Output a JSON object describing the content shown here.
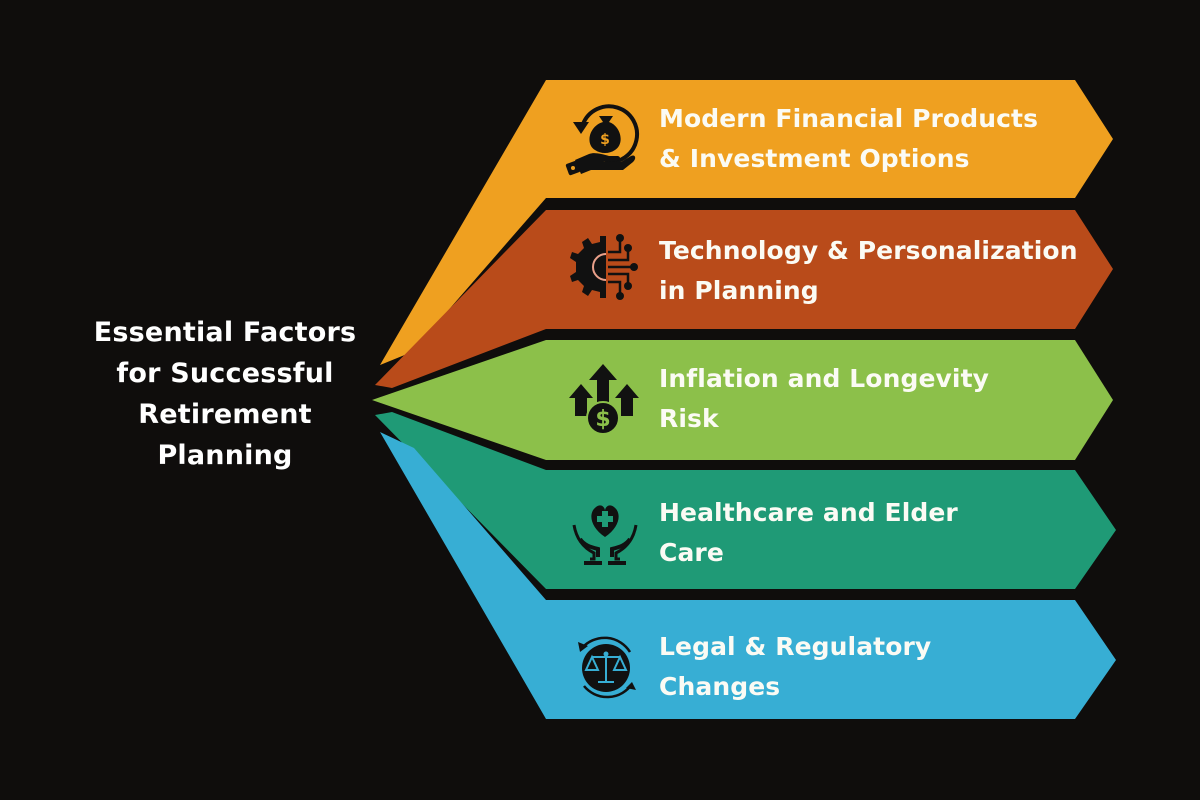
{
  "title": {
    "line1": "Essential Factors",
    "line2": "for Successful",
    "line3": "Retirement",
    "line4": "Planning"
  },
  "colors": {
    "background": "#0f0d0c",
    "band1": "#efa020",
    "band2": "#b94b1a",
    "band3": "#8cc04a",
    "band4": "#1f9a76",
    "band5": "#37aed4",
    "text": "#fbfbf4"
  },
  "factors": [
    {
      "line1": "Modern Financial Products",
      "line2": "& Investment Options",
      "icon": "money-bag-hand-cycle-icon"
    },
    {
      "line1": "Technology & Personalization",
      "line2": "in Planning",
      "icon": "gear-circuit-icon"
    },
    {
      "line1": "Inflation and Longevity",
      "line2": "Risk",
      "icon": "rising-arrows-dollar-icon"
    },
    {
      "line1": "Healthcare and Elder",
      "line2": "Care",
      "icon": "heart-hands-icon"
    },
    {
      "line1": "Legal & Regulatory",
      "line2": "Changes",
      "icon": "scales-cycle-icon"
    }
  ]
}
